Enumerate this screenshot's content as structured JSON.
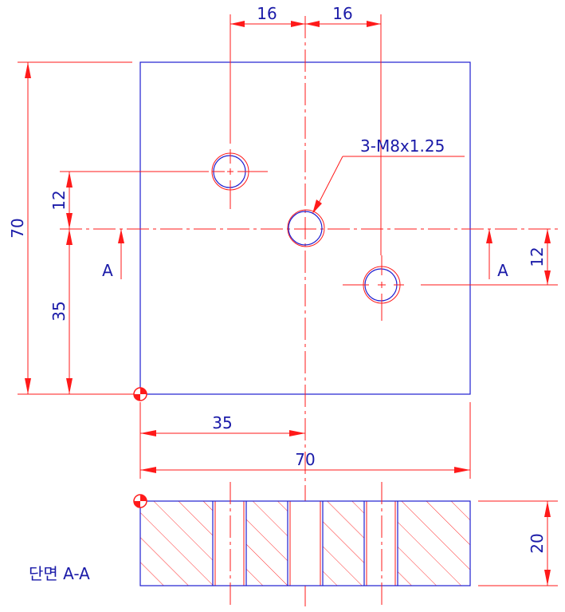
{
  "colors": {
    "outline": "#1f1fd0",
    "dimension": "#ff1a1a",
    "text": "#1a1aa8"
  },
  "dimensions": {
    "top_left_spacing": "16",
    "top_right_spacing": "16",
    "overall_height": "70",
    "upper_offset": "12",
    "lower_offset": "35",
    "right_offset": "12",
    "bottom_center": "35",
    "overall_width": "70",
    "section_thickness": "20"
  },
  "callout": "3-M8x1.25",
  "section_marks": {
    "left": "A",
    "right": "A"
  },
  "section_title": "단면 A-A",
  "icons": [
    "datum-origin-icon",
    "datum-origin-icon"
  ]
}
